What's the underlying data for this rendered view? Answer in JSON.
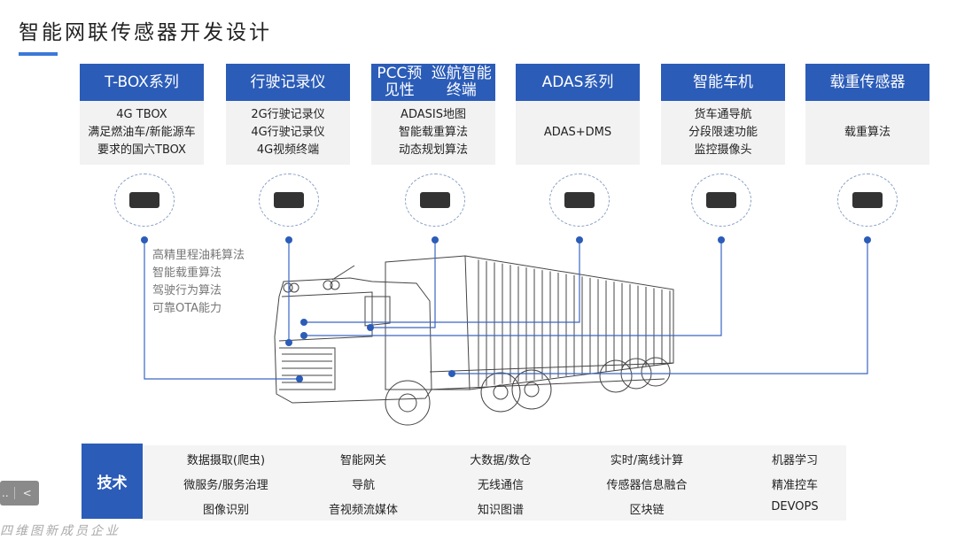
{
  "title": "智能网联传感器开发设计",
  "cards": [
    {
      "title": "T-BOX系列",
      "lines": [
        "4G TBOX",
        "满足燃油车/新能源车",
        "要求的国六TBOX"
      ]
    },
    {
      "title": "行驶记录仪",
      "lines": [
        "2G行驶记录仪",
        "4G行驶记录仪",
        "4G视频终端"
      ]
    },
    {
      "title": "PCC预见性\n巡航智能终端",
      "lines": [
        "ADASIS地图",
        "智能载重算法",
        "动态规划算法"
      ]
    },
    {
      "title": "ADAS系列",
      "lines": [
        "ADAS+DMS"
      ]
    },
    {
      "title": "智能车机",
      "lines": [
        "货车通导航",
        "分段限速功能",
        "监控摄像头"
      ]
    },
    {
      "title": "载重传感器",
      "lines": [
        "载重算法"
      ]
    }
  ],
  "left_features": [
    "高精里程油耗算法",
    "智能载重算法",
    "驾驶行为算法",
    "可靠OTA能力"
  ],
  "tech": {
    "label": "技术",
    "columns": [
      [
        "数据摄取(爬虫)",
        "微服务/服务治理",
        "图像识别"
      ],
      [
        "智能网关",
        "导航",
        "音视频流媒体"
      ],
      [
        "大数据/数仓",
        "无线通信",
        "知识图谱"
      ],
      [
        "实时/离线计算",
        "传感器信息融合",
        "区块链"
      ],
      [
        "机器学习",
        "精准控车",
        "DEVOPS"
      ]
    ]
  },
  "widget": {
    "more": "..",
    "prev": "<"
  },
  "watermark": "四维图新成员企业",
  "colors": {
    "brand": "#2b5cb8",
    "line": "#3a66c4"
  }
}
